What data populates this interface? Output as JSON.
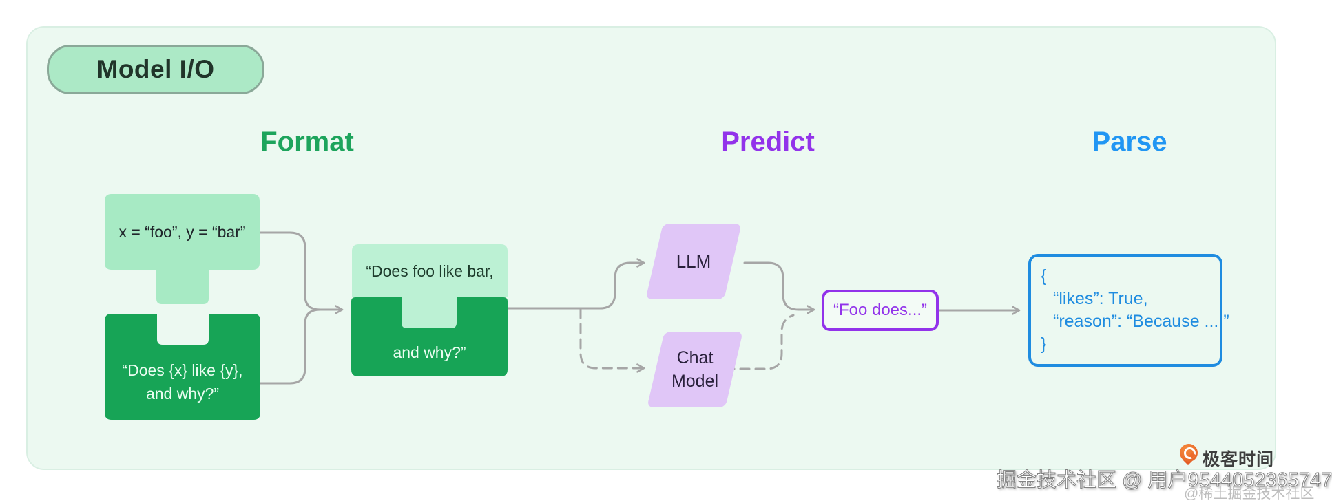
{
  "badge": {
    "label": "Model I/O"
  },
  "headers": {
    "format": "Format",
    "predict": "Predict",
    "parse": "Parse"
  },
  "format_stage": {
    "values_piece": "x = “foo”, y = “bar”",
    "template_piece_line1": "“Does {x} like {y},",
    "template_piece_line2": "and why?”",
    "combined_piece_top": "“Does foo like bar,",
    "combined_piece_bottom": "and why?”"
  },
  "predict_stage": {
    "llm_label": "LLM",
    "chat_model_line1": "Chat",
    "chat_model_line2": "Model",
    "output_label": "“Foo does...”"
  },
  "parse_stage": {
    "json_lines": [
      "{",
      "“likes”: True,",
      "“reason”: “Because ....”",
      "}"
    ]
  },
  "watermarks": {
    "geektime_label": "极客时间",
    "community_credit": "掘金技术社区 @ 用户9544052365747",
    "community_handle": "@稀土掘金技术社区"
  },
  "colors": {
    "panel_background": "#ecf9f1",
    "light_piece_green": "#a7eac4",
    "combined_light_green": "#bcf1d4",
    "dark_piece_green": "#17a456",
    "format_header_green": "#1da45c",
    "predict_purple": "#9233ea",
    "parse_blue": "#2196f3",
    "parallelogram_purple": "#e0c6f7",
    "connector_gray": "#a6a6a6",
    "geektime_orange": "#ed6b2b"
  }
}
